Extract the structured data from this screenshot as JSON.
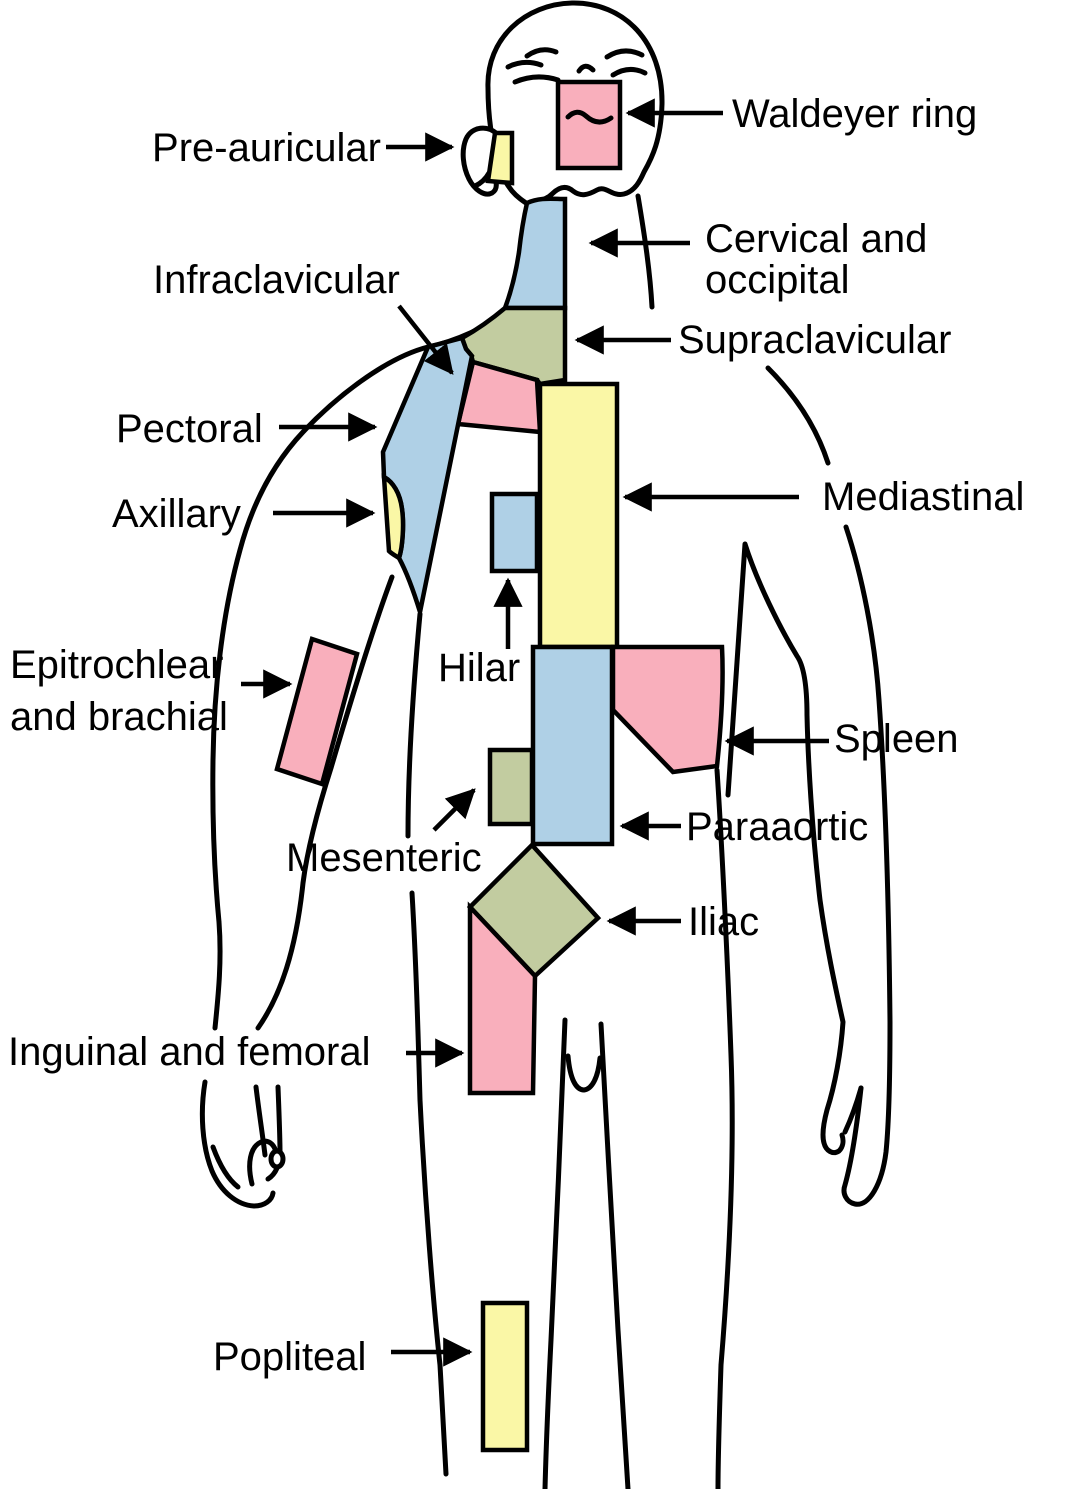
{
  "diagram": {
    "type": "anatomical-diagram",
    "subject": "Lymph node regions of the human body",
    "palette": {
      "pink": "#F9AFBC",
      "yellow": "#FAF7A6",
      "blue": "#AFD0E6",
      "green": "#C2CCA0",
      "line": "#000000",
      "background": "#FFFFFF"
    },
    "labels": {
      "waldeyer": "Waldeyer ring",
      "preauricular": "Pre-auricular",
      "cervical_line1": "Cervical and",
      "cervical_line2": "occipital",
      "supraclavicular": "Supraclavicular",
      "infraclavicular": "Infraclavicular",
      "pectoral": "Pectoral",
      "axillary": "Axillary",
      "mediastinal": "Mediastinal",
      "epitrochlear_line1": "Epitrochlear",
      "epitrochlear_line2": "and brachial",
      "hilar": "Hilar",
      "spleen": "Spleen",
      "mesenteric": "Mesenteric",
      "paraaortic": "Paraaortic",
      "iliac": "Iliac",
      "inguinal": "Inguinal and femoral",
      "popliteal": "Popliteal"
    },
    "regions": [
      {
        "name": "Waldeyer ring",
        "color_key": "pink"
      },
      {
        "name": "Pre-auricular",
        "color_key": "yellow"
      },
      {
        "name": "Cervical and occipital",
        "color_key": "blue"
      },
      {
        "name": "Supraclavicular",
        "color_key": "green"
      },
      {
        "name": "Infraclavicular",
        "color_key": "pink"
      },
      {
        "name": "Pectoral",
        "color_key": "blue"
      },
      {
        "name": "Axillary",
        "color_key": "yellow"
      },
      {
        "name": "Mediastinal",
        "color_key": "yellow"
      },
      {
        "name": "Hilar",
        "color_key": "blue"
      },
      {
        "name": "Epitrochlear and brachial",
        "color_key": "pink"
      },
      {
        "name": "Spleen",
        "color_key": "pink"
      },
      {
        "name": "Mesenteric",
        "color_key": "green"
      },
      {
        "name": "Paraaortic",
        "color_key": "blue"
      },
      {
        "name": "Iliac",
        "color_key": "green"
      },
      {
        "name": "Inguinal and femoral",
        "color_key": "pink"
      },
      {
        "name": "Popliteal",
        "color_key": "yellow"
      }
    ]
  }
}
